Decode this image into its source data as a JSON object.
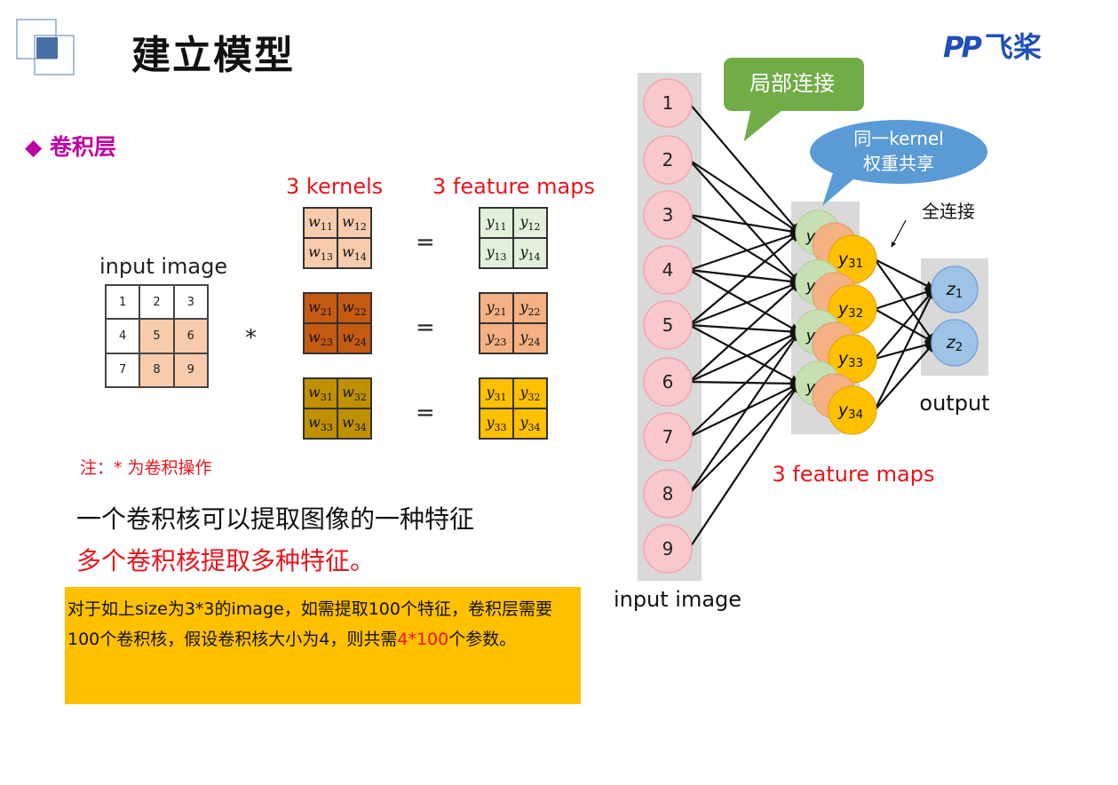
{
  "slide": {
    "title": "建立模型",
    "logo_mark": "PP",
    "logo_text": "飞桨",
    "section": "◆ 卷积层"
  },
  "left": {
    "label_kernels": "3 kernels",
    "label_feature_maps": "3 feature maps",
    "label_input_image": "input image",
    "input_cells": [
      "1",
      "2",
      "3",
      "4",
      "5",
      "6",
      "7",
      "8",
      "9"
    ],
    "highlighted_cells": [
      4,
      5,
      7,
      8
    ],
    "operator_star": "*",
    "operator_equals": "=",
    "kernels": [
      {
        "cells": [
          "w11",
          "w12",
          "w13",
          "w14"
        ],
        "color": "#f8cbad"
      },
      {
        "cells": [
          "w21",
          "w22",
          "w23",
          "w24"
        ],
        "color": "#c55a11"
      },
      {
        "cells": [
          "w31",
          "w32",
          "w33",
          "w34"
        ],
        "color": "#bf9000"
      }
    ],
    "feature_maps": [
      {
        "cells": [
          "y11",
          "y12",
          "y13",
          "y14"
        ],
        "color": "#e2efda"
      },
      {
        "cells": [
          "y21",
          "y22",
          "y23",
          "y24"
        ],
        "color": "#f4b183"
      },
      {
        "cells": [
          "y31",
          "y32",
          "y33",
          "y34"
        ],
        "color": "#ffc000"
      }
    ],
    "note": "注：* 为卷积操作",
    "line1": "一个卷积核可以提取图像的一种特征",
    "line2": "多个卷积核提取多种特征。",
    "box_part1": "对于如上size为3*3的image，如需提取100个特征，卷积层需要100个卷积核，假设卷积核大小为4，则共需",
    "box_highlight": "4*100",
    "box_part2": "个参数。"
  },
  "right": {
    "input_nodes": [
      "1",
      "2",
      "3",
      "4",
      "5",
      "6",
      "7",
      "8",
      "9"
    ],
    "callout_local": "局部连接",
    "callout_shared_line1": "同一kernel",
    "callout_shared_line2": "权重共享",
    "label_full": "全连接",
    "label_output": "output",
    "label_feature_maps": "3 feature maps",
    "label_input_image": "input image",
    "hidden_front": [
      "y31",
      "y32",
      "y33",
      "y34"
    ],
    "outputs": [
      "z1",
      "z2"
    ]
  },
  "colors": {
    "accent_red": "#e8141c",
    "section_magenta": "#c000a0",
    "input_node": "#f8c8cc",
    "green_node": "#c6e0b4",
    "orange_node": "#f4b183",
    "yellow_node": "#ffc000",
    "output_node": "#9dc3e6",
    "callout_green": "#70ad47",
    "callout_blue": "#5b9bd5",
    "yellow_box": "#ffc000"
  }
}
